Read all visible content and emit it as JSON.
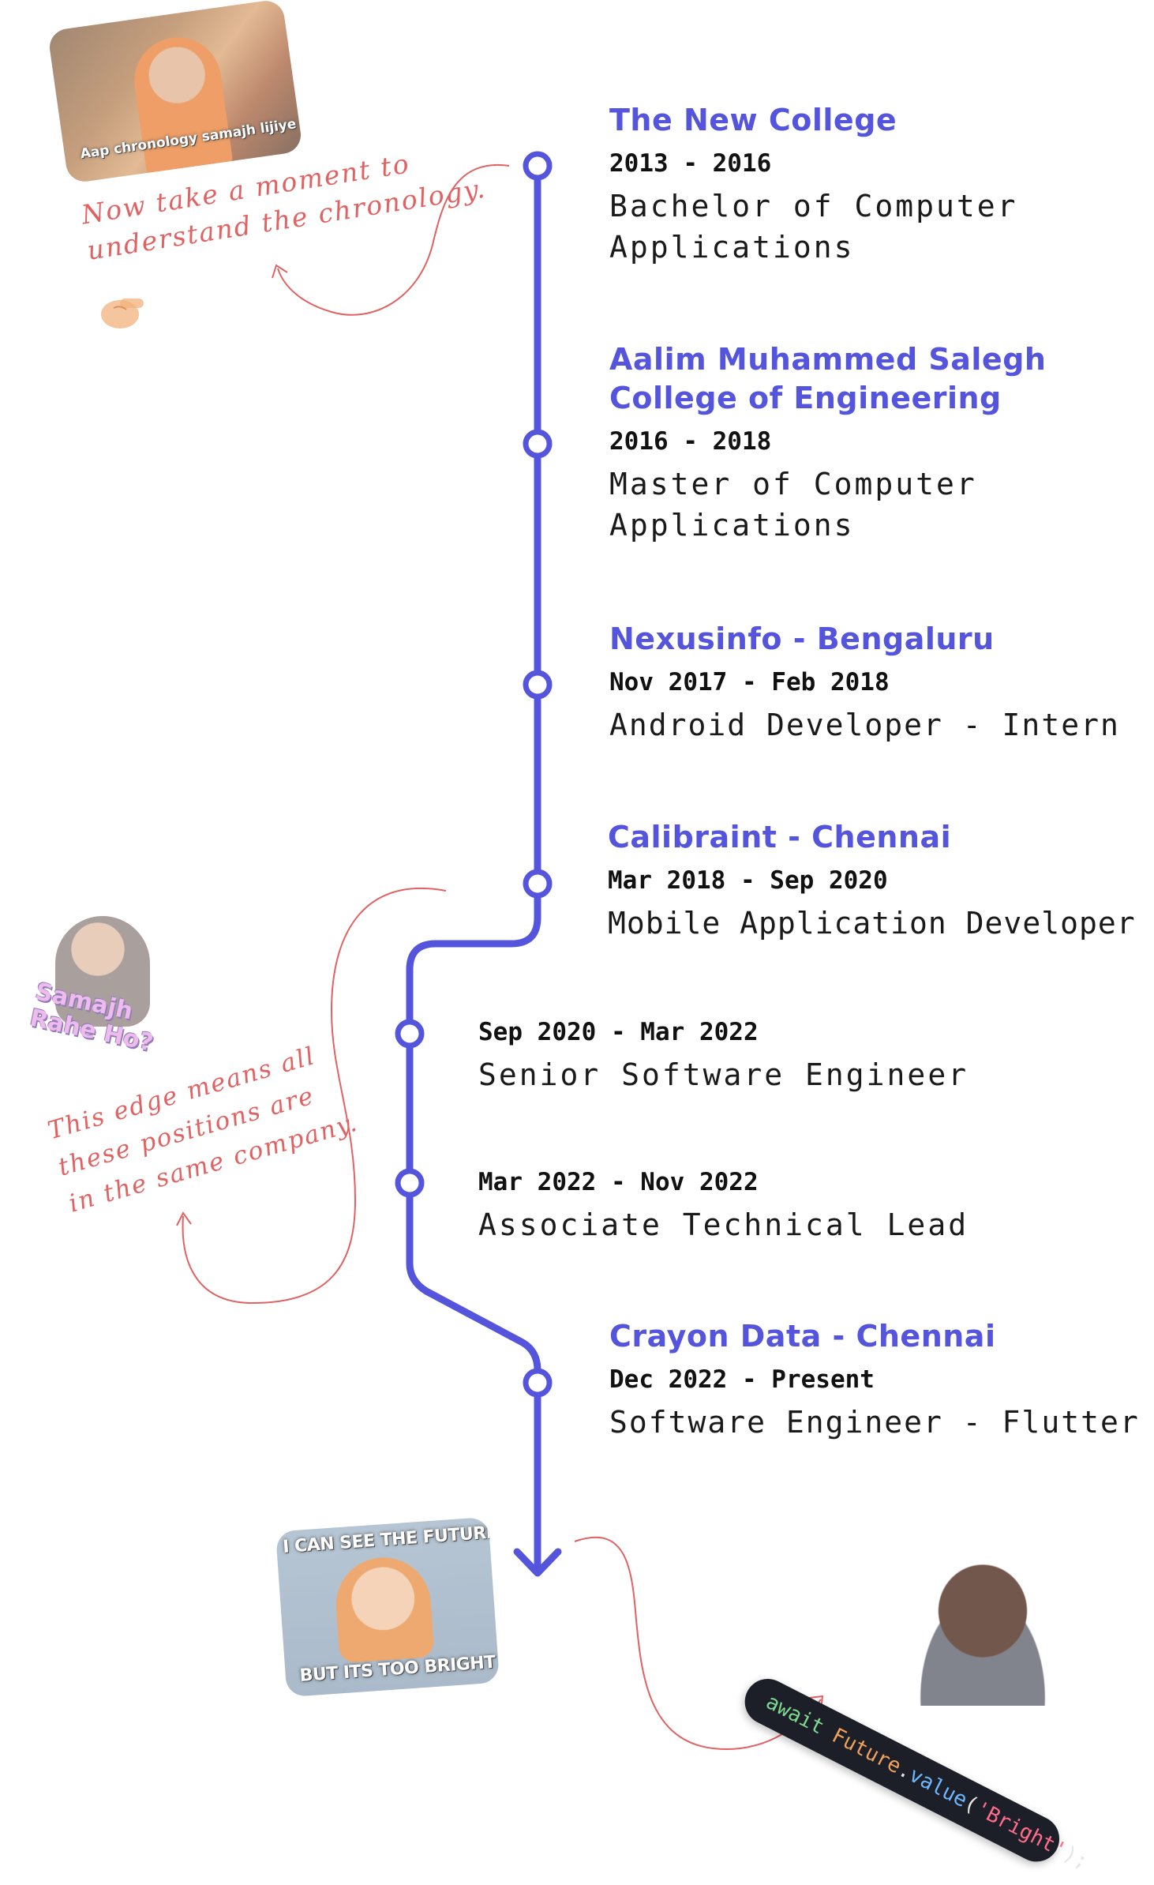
{
  "colors": {
    "accent": "#5454dc",
    "note": "#e06262",
    "text": "#111111",
    "code_bg": "#1d1f28"
  },
  "timeline": [
    {
      "org": "The New College",
      "dates": "2013 - 2016",
      "role": "Bachelor of Computer\nApplications"
    },
    {
      "org": "Aalim Muhammed Salegh\nCollege of Engineering",
      "dates": "2016 - 2018",
      "role": "Master of Computer\nApplications"
    },
    {
      "org": "Nexusinfo - Bengaluru",
      "dates": "Nov 2017 - Feb 2018",
      "role": "Android Developer - Intern"
    },
    {
      "org": "Calibraint - Chennai",
      "dates": "Mar 2018 - Sep 2020",
      "role": "Mobile Application Developer"
    },
    {
      "org": "",
      "dates": "Sep 2020 - Mar 2022",
      "role": "Senior Software Engineer"
    },
    {
      "org": "",
      "dates": "Mar 2022 - Nov 2022",
      "role": "Associate Technical Lead"
    },
    {
      "org": "Crayon Data - Chennai",
      "dates": "Dec 2022 - Present",
      "role": "Software Engineer - Flutter"
    }
  ],
  "notes": {
    "chronology": "Now take a moment to\nunderstand the chronology.",
    "edge": "This edge means all\nthese positions are\nin the same company."
  },
  "memes": {
    "chronology_caption": "Aap chronology samajh lijiye",
    "samajh_caption": "Samajh\nRahe Ho?",
    "future_top": "I CAN SEE THE FUTURE",
    "future_bottom": "BUT ITS TOO BRIGHT"
  },
  "code": {
    "kw": "await ",
    "cls": "Future",
    "dot": ".",
    "fn": "value",
    "open": "(",
    "str": "'Bright'",
    "close": ");"
  },
  "icons": {
    "pointing": "backhand-index-pointing-right-icon",
    "arrow": "down-arrow-icon"
  }
}
